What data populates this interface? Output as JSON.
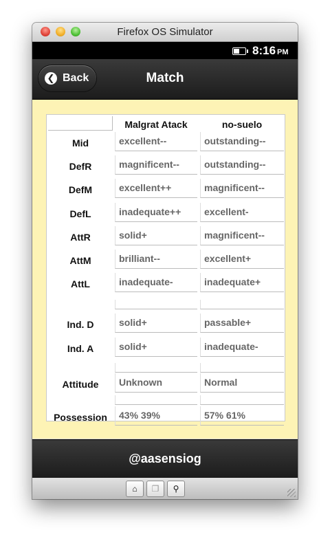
{
  "window": {
    "title": "Firefox OS Simulator"
  },
  "status_bar": {
    "time": "8:16",
    "ampm": "PM"
  },
  "header": {
    "back_label": "Back",
    "title": "Match"
  },
  "table": {
    "teams": [
      "Malgrat Atack",
      "no-suelo"
    ],
    "rows": [
      {
        "label": "Mid",
        "home": "excellent--",
        "away": "outstanding--"
      },
      {
        "label": "DefR",
        "home": "magnificent--",
        "away": "outstanding--"
      },
      {
        "label": "DefM",
        "home": "excellent++",
        "away": "magnificent--"
      },
      {
        "label": "DefL",
        "home": "inadequate++",
        "away": "excellent-"
      },
      {
        "label": "AttR",
        "home": "solid+",
        "away": "magnificent--"
      },
      {
        "label": "AttM",
        "home": "brilliant--",
        "away": "excellent+"
      },
      {
        "label": "AttL",
        "home": "inadequate-",
        "away": "inadequate+"
      },
      {
        "label": "",
        "home": "",
        "away": ""
      },
      {
        "label": "Ind. D",
        "home": "solid+",
        "away": "passable+"
      },
      {
        "label": "Ind. A",
        "home": "solid+",
        "away": "inadequate-"
      },
      {
        "label": "",
        "home": "",
        "away": ""
      },
      {
        "label": "Attitude",
        "home": "Unknown",
        "away": "Normal"
      },
      {
        "label": "",
        "home": "",
        "away": ""
      },
      {
        "label": "Possession",
        "home": "43% 39%",
        "away": "57% 61%"
      }
    ]
  },
  "footer": {
    "text": "@aasensiog"
  },
  "icons": {
    "home": "home-icon",
    "tabs": "tabs-icon",
    "location": "location-pin-icon",
    "battery": "battery-icon"
  }
}
